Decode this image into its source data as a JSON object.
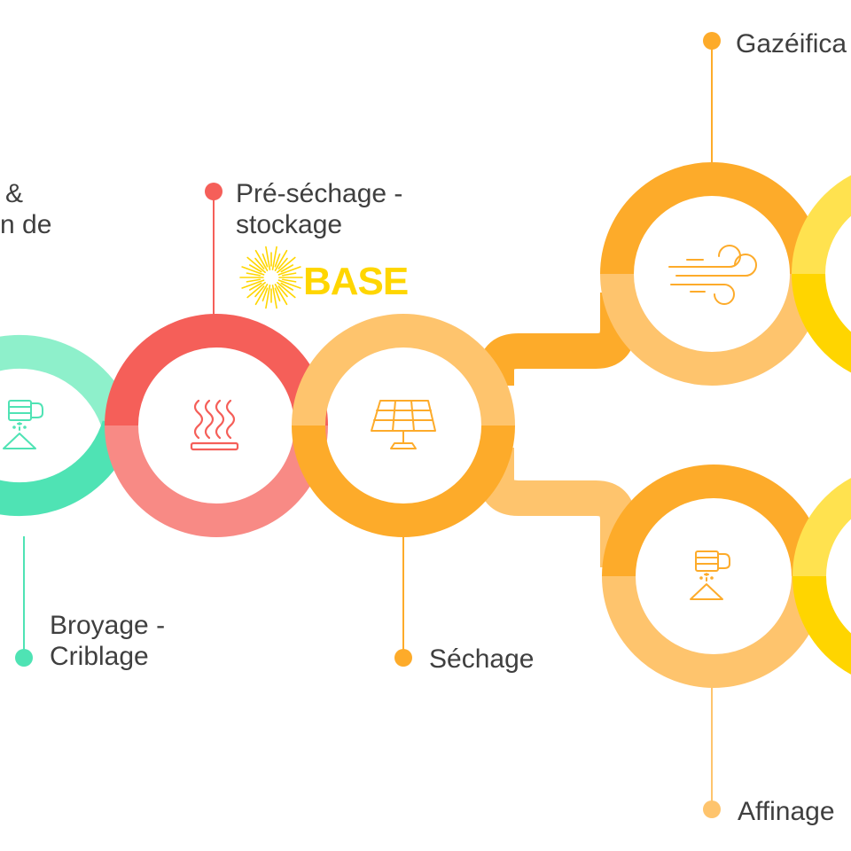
{
  "colors": {
    "green_light": "#8ef0cb",
    "green": "#4fe3b4",
    "red": "#f55f59",
    "red_light": "#f88a85",
    "orange": "#fdab2a",
    "orange_light": "#fec46d",
    "yellow": "#ffd500",
    "yellow_light": "#ffe24f",
    "logo": "#ffd600"
  },
  "labels": {
    "cut_label": {
      "line1": "&",
      "line2": "n de"
    },
    "pre_sechage": {
      "line1": "Pré-séchage -",
      "line2": "stockage"
    },
    "broyage": {
      "line1": "Broyage -",
      "line2": "Criblage"
    },
    "sechage": {
      "text": "Séchage"
    },
    "gazeification": {
      "text": "Gazéifica"
    },
    "affinage": {
      "text": "Affinage"
    }
  },
  "logo": {
    "text": "BASE",
    "icon": "sunburst-icon"
  },
  "icons": {
    "node1": "grinder-icon",
    "node2": "heat-waves-icon",
    "node3": "solar-panel-icon",
    "node4": "wind-icon",
    "node5": "grinder-icon"
  }
}
